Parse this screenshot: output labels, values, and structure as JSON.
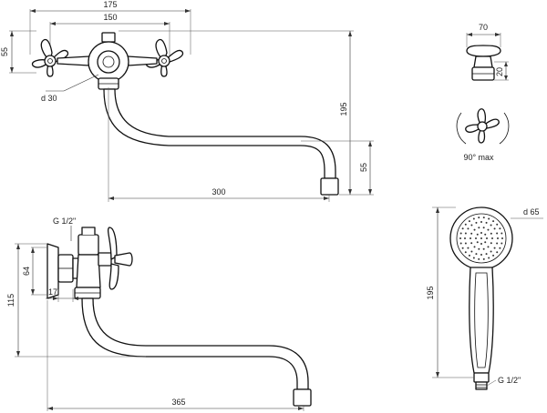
{
  "front_view": {
    "width_overall": "175",
    "width_centers": "150",
    "handle_height": "55",
    "body_diameter": "d 30",
    "height_total": "195",
    "spout_drop": "55",
    "spout_reach": "300"
  },
  "handle_detail": {
    "width": "70",
    "height": "20",
    "rotation": "90° max"
  },
  "side_view": {
    "thread": "G 1/2\"",
    "flange_height": "64",
    "eccentric_offset": "17",
    "height": "115",
    "spout_reach": "365"
  },
  "shower_head": {
    "diameter": "d 65",
    "length": "195",
    "thread": "G 1/2\""
  }
}
